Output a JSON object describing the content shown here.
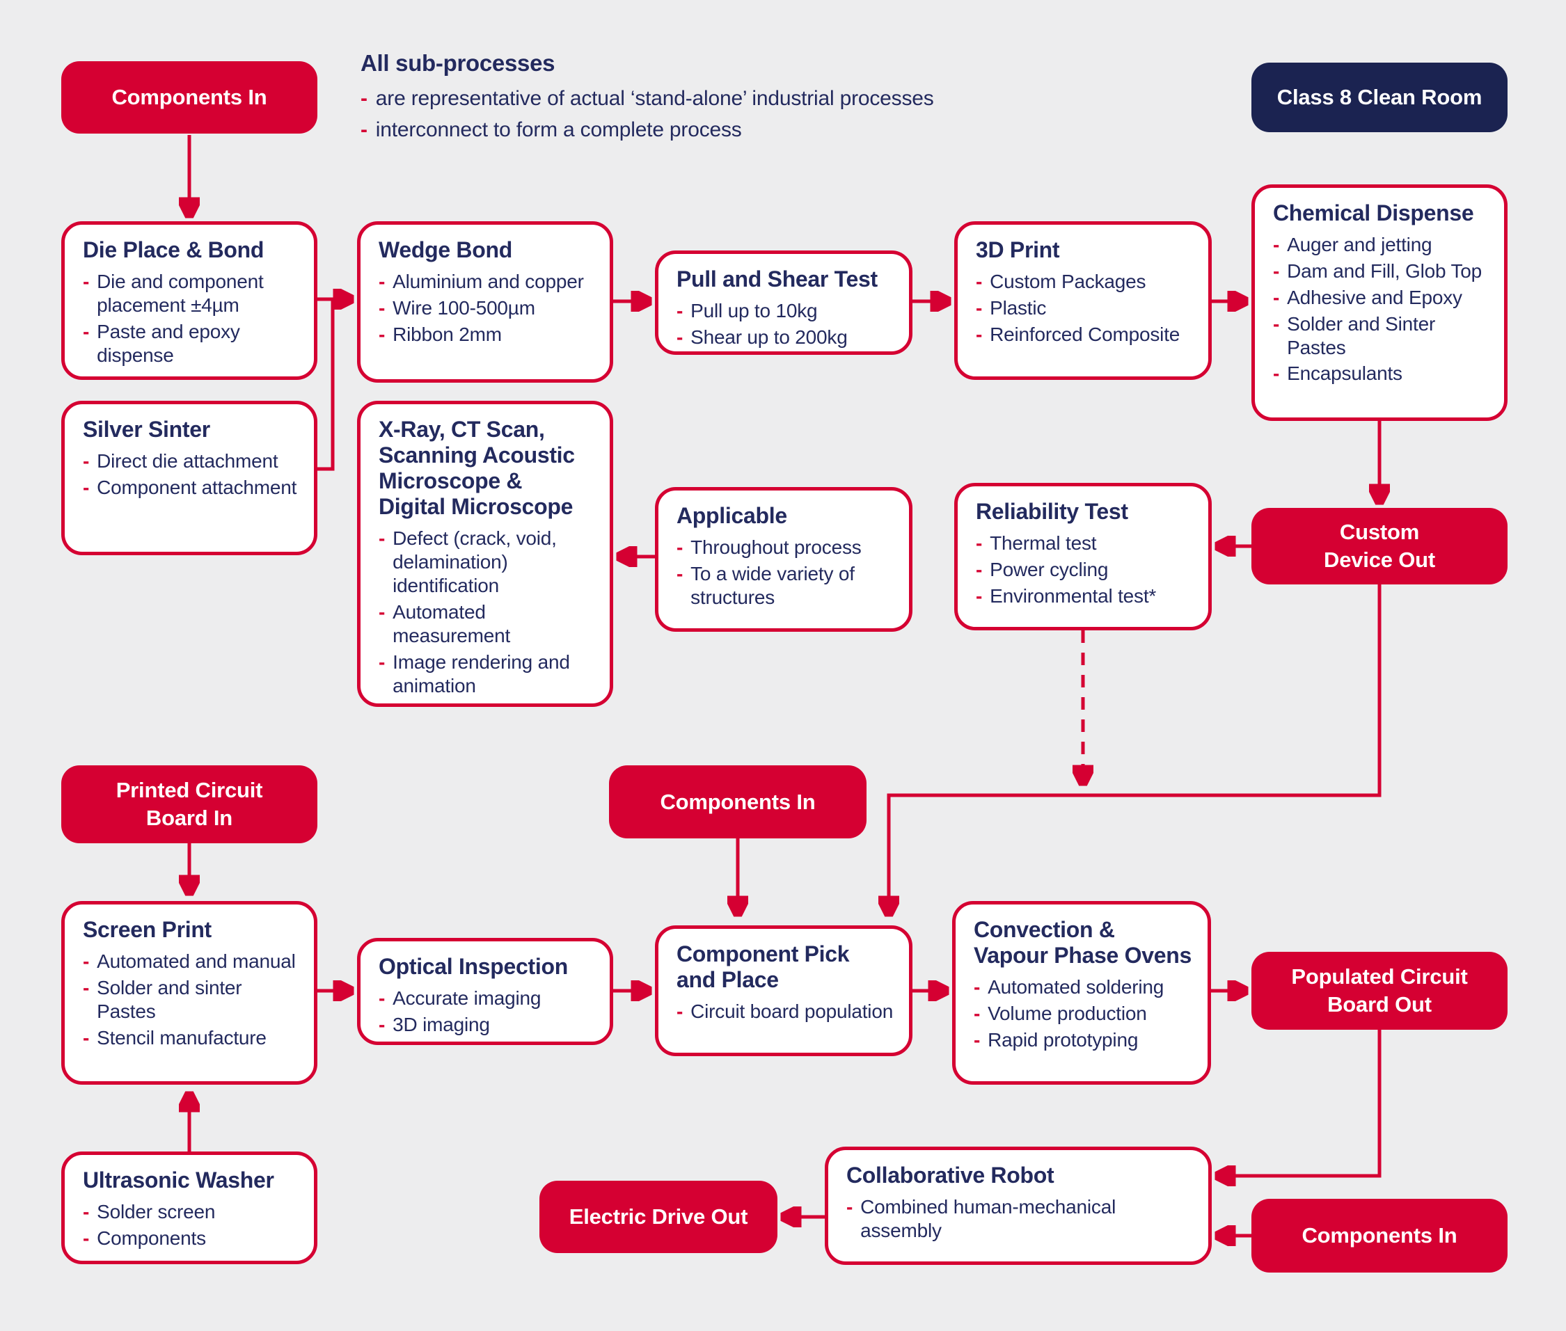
{
  "palette": {
    "red": "#d50032",
    "navy": "#1b2351",
    "ink": "#232a5e",
    "background": "#ededee"
  },
  "ui": {
    "dash": "-"
  },
  "legend": {
    "title": "All sub-processes",
    "bullets": [
      "are representative of actual ‘stand-alone’ industrial processes",
      "interconnect to form a complete process"
    ]
  },
  "badges": {
    "components_in_top": "Components In",
    "clean_room": "Class 8 Clean Room",
    "custom_device_out": "Custom\nDevice Out",
    "pcb_in": "Printed Circuit\nBoard In",
    "components_in_mid": "Components In",
    "populated_out": "Populated Circuit\nBoard Out",
    "electric_out": "Electric Drive Out",
    "components_in_bottom": "Components In"
  },
  "boxes": {
    "die_place": {
      "title": "Die Place & Bond",
      "bullets": [
        "Die and component placement ±4µm",
        "Paste and epoxy dispense"
      ]
    },
    "silver_sinter": {
      "title": "Silver Sinter",
      "bullets": [
        "Direct die attachment",
        "Component attachment"
      ]
    },
    "wedge_bond": {
      "title": "Wedge Bond",
      "bullets": [
        "Aluminium and copper",
        "Wire 100-500µm",
        "Ribbon 2mm"
      ]
    },
    "xray": {
      "title": "X-Ray, CT Scan, Scanning Acoustic Microscope & Digital Microscope",
      "bullets": [
        "Defect (crack, void, delamination) identification",
        "Automated measurement",
        "Image rendering and animation"
      ]
    },
    "pull_shear": {
      "title": "Pull and Shear Test",
      "bullets": [
        "Pull up to 10kg",
        "Shear up to 200kg"
      ]
    },
    "applicable": {
      "title": "Applicable",
      "bullets": [
        "Throughout process",
        "To a wide variety of structures"
      ]
    },
    "print3d": {
      "title": "3D Print",
      "bullets": [
        "Custom Packages",
        "Plastic",
        "Reinforced Composite"
      ]
    },
    "reliability": {
      "title": "Reliability Test",
      "bullets": [
        "Thermal test",
        "Power cycling",
        "Environmental test*"
      ]
    },
    "chemical": {
      "title": "Chemical Dispense",
      "bullets": [
        "Auger and jetting",
        "Dam and Fill, Glob Top",
        "Adhesive and Epoxy",
        "Solder and Sinter Pastes",
        "Encapsulants"
      ]
    },
    "screen_print": {
      "title": "Screen Print",
      "bullets": [
        "Automated and manual",
        "Solder and sinter Pastes",
        "Stencil manufacture"
      ]
    },
    "optical": {
      "title": "Optical Inspection",
      "bullets": [
        "Accurate imaging",
        "3D imaging"
      ]
    },
    "pick_place": {
      "title": "Component Pick and Place",
      "bullets": [
        "Circuit board population"
      ]
    },
    "ovens": {
      "title": "Convection & Vapour Phase Ovens",
      "bullets": [
        "Automated soldering",
        "Volume production",
        "Rapid prototyping"
      ]
    },
    "ultrasonic": {
      "title": "Ultrasonic Washer",
      "bullets": [
        "Solder screen",
        "Components"
      ]
    },
    "cobot": {
      "title": "Collaborative Robot",
      "bullets": [
        "Combined human-mechanical assembly"
      ]
    }
  }
}
